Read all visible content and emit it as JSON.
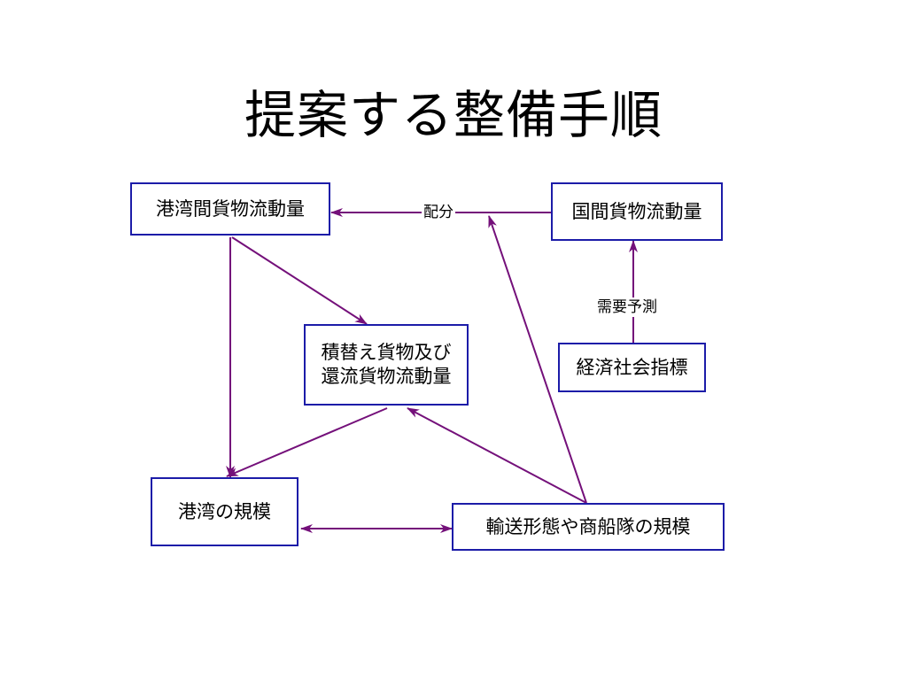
{
  "title": "提案する整備手順",
  "colors": {
    "box_border": "#1c1ca8",
    "arrow": "#74107a"
  },
  "nodes": {
    "port_flow": "港湾間貨物流動量",
    "country_flow": "国間貨物流動量",
    "transship_flow": "積替え貨物及び\n還流貨物流動量",
    "socioeconomic": "経済社会指標",
    "port_scale": "港湾の規模",
    "fleet_scale": "輸送形態や商船隊の規模"
  },
  "edge_labels": {
    "allocation": "配分",
    "demand_forecast": "需要予測"
  }
}
